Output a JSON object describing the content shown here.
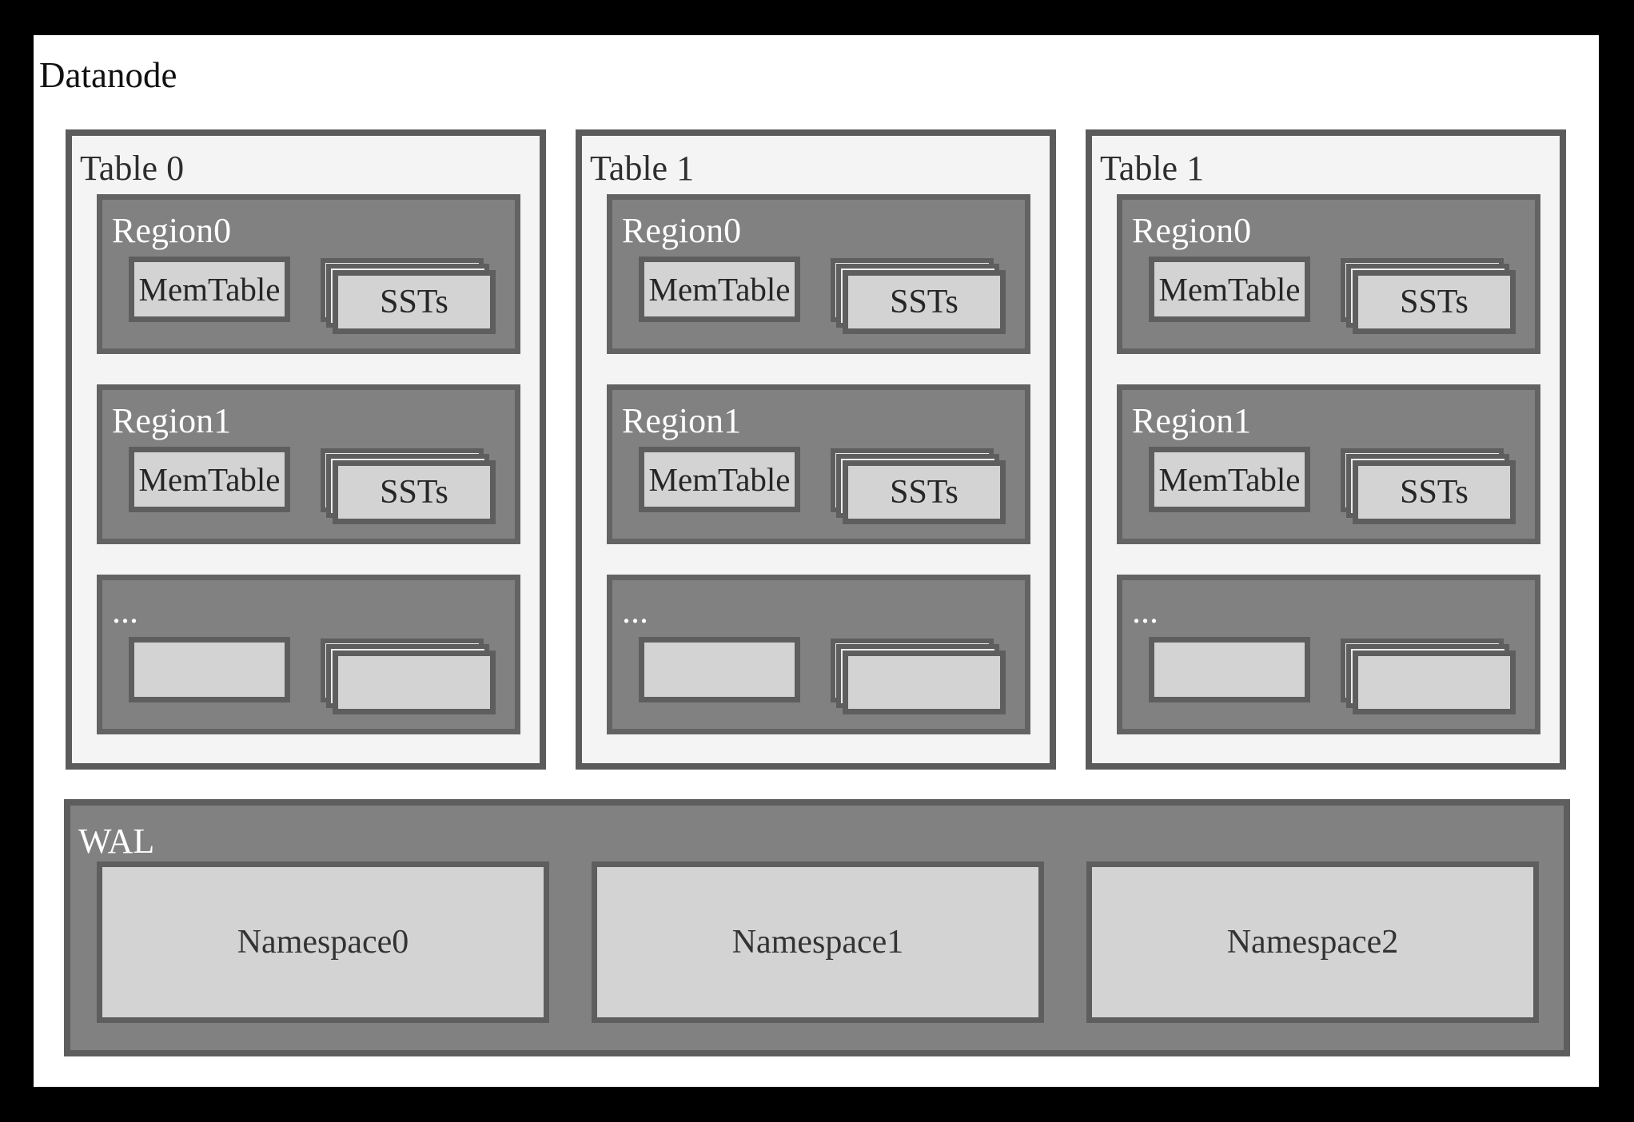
{
  "title": "Datanode",
  "colors": {
    "frame": "#000000",
    "canvas": "#ffffff",
    "panel_fill": "#f4f4f4",
    "panel_border": "#5b5b5b",
    "region_fill": "#818181",
    "region_border": "#636363",
    "inner_box_fill": "#d3d3d3",
    "inner_box_border": "#5e5e5e",
    "sst_back_fill": "#ececec",
    "region_label_text": "#ffffff",
    "dark_text": "#262626"
  },
  "tables": [
    {
      "label": "Table 0",
      "regions": [
        {
          "label": "Region0",
          "memtable": "MemTable",
          "ssts": "SSTs"
        },
        {
          "label": "Region1",
          "memtable": "MemTable",
          "ssts": "SSTs"
        },
        {
          "label": "...",
          "memtable": "",
          "ssts": ""
        }
      ]
    },
    {
      "label": "Table 1",
      "regions": [
        {
          "label": "Region0",
          "memtable": "MemTable",
          "ssts": "SSTs"
        },
        {
          "label": "Region1",
          "memtable": "MemTable",
          "ssts": "SSTs"
        },
        {
          "label": "...",
          "memtable": "",
          "ssts": ""
        }
      ]
    },
    {
      "label": "Table 1",
      "regions": [
        {
          "label": "Region0",
          "memtable": "MemTable",
          "ssts": "SSTs"
        },
        {
          "label": "Region1",
          "memtable": "MemTable",
          "ssts": "SSTs"
        },
        {
          "label": "...",
          "memtable": "",
          "ssts": ""
        }
      ]
    }
  ],
  "wal": {
    "label": "WAL",
    "namespaces": [
      "Namespace0",
      "Namespace1",
      "Namespace2"
    ]
  }
}
